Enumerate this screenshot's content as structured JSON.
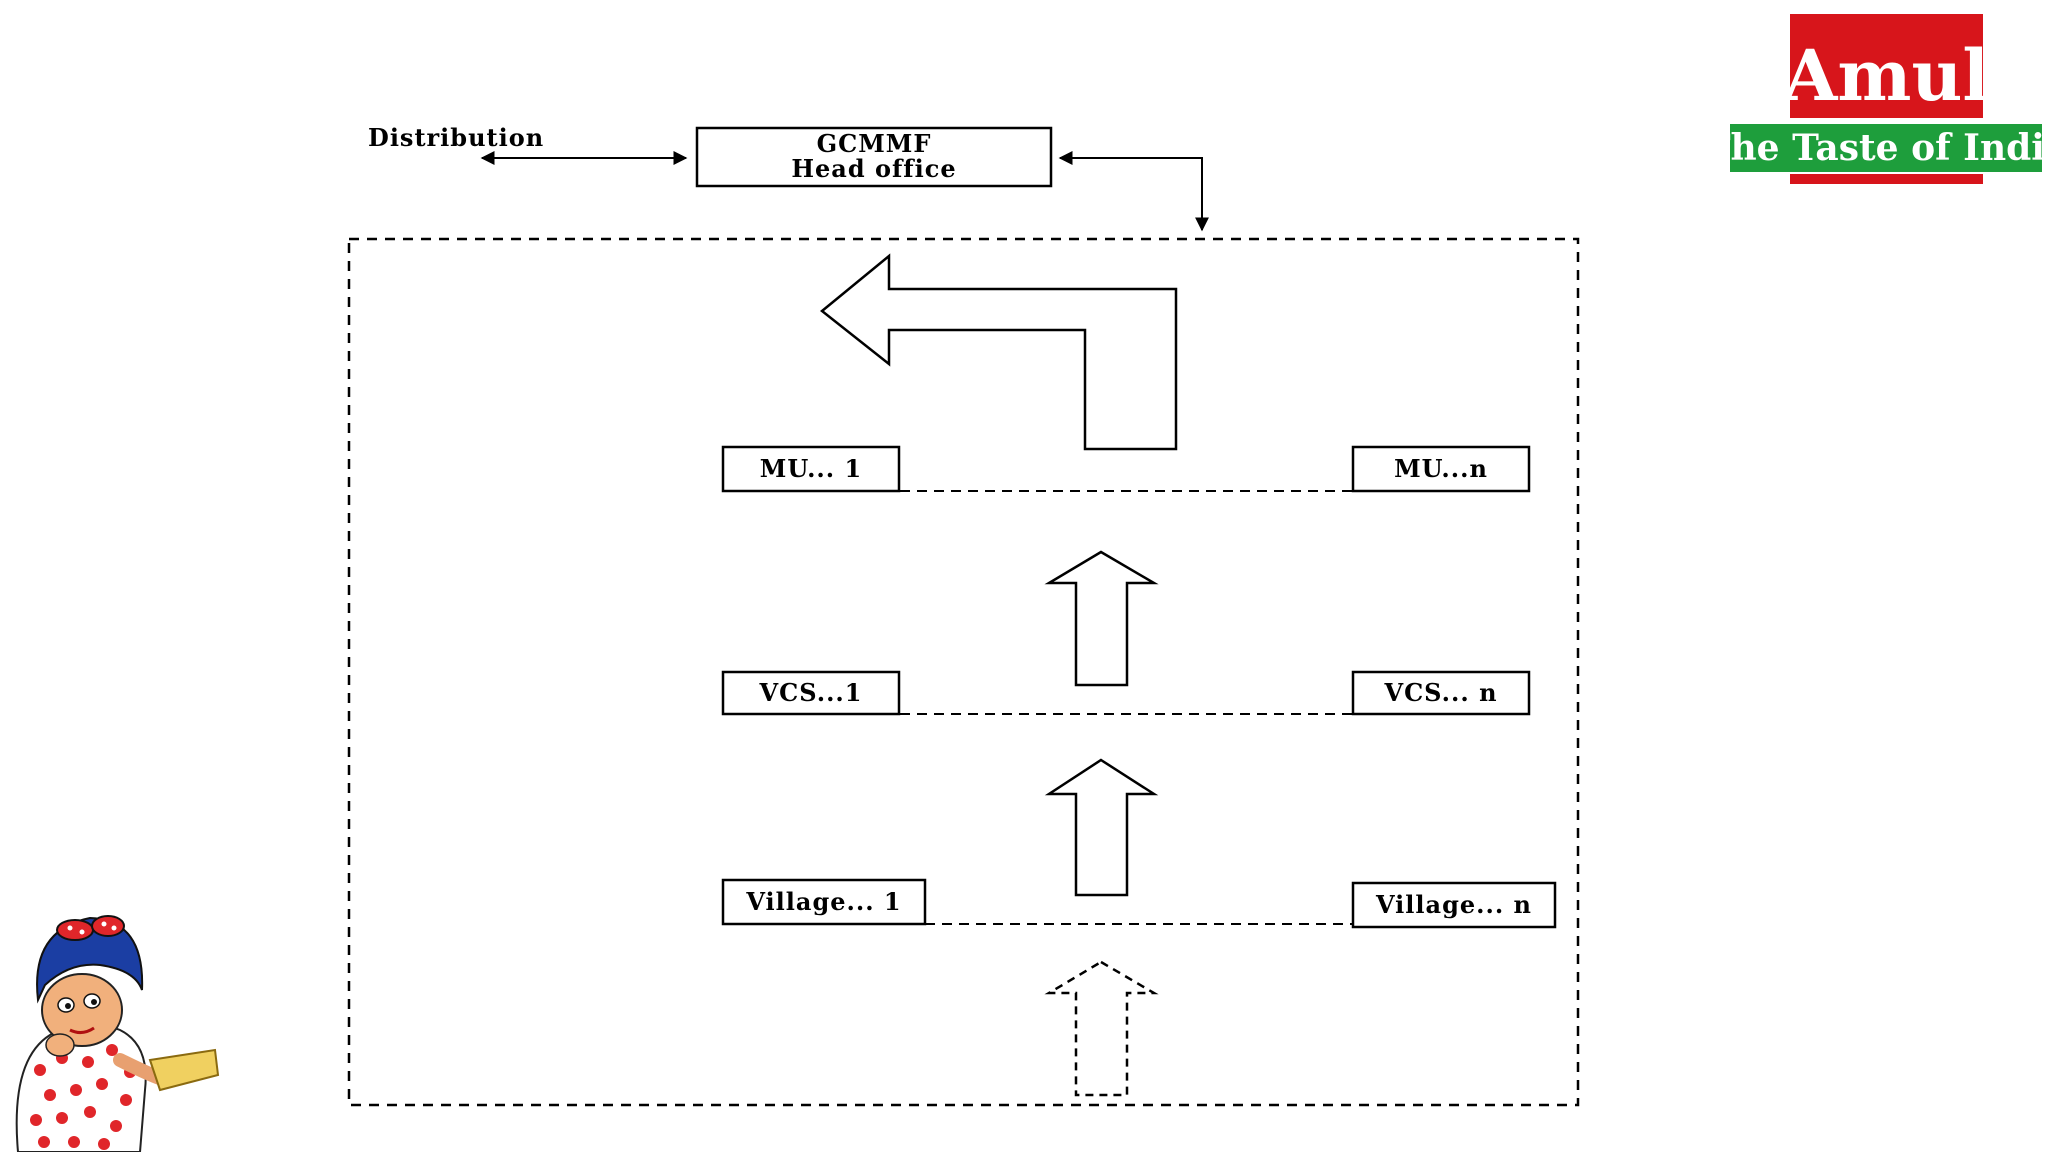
{
  "distribution_label": "Distribution",
  "head_office": {
    "line1": "GCMMF",
    "line2": "Head office"
  },
  "mu": {
    "first": "MU... 1",
    "last": "MU...n"
  },
  "vcs": {
    "first": "VCS...1",
    "last": "VCS... n"
  },
  "village": {
    "first": "Village... 1",
    "last": "Village... n"
  },
  "logo": {
    "brand": "Amul",
    "tagline": "The Taste of India",
    "red": "#d7151b",
    "green": "#1e9e3c"
  },
  "mascot": {
    "name": "amul-girl"
  }
}
